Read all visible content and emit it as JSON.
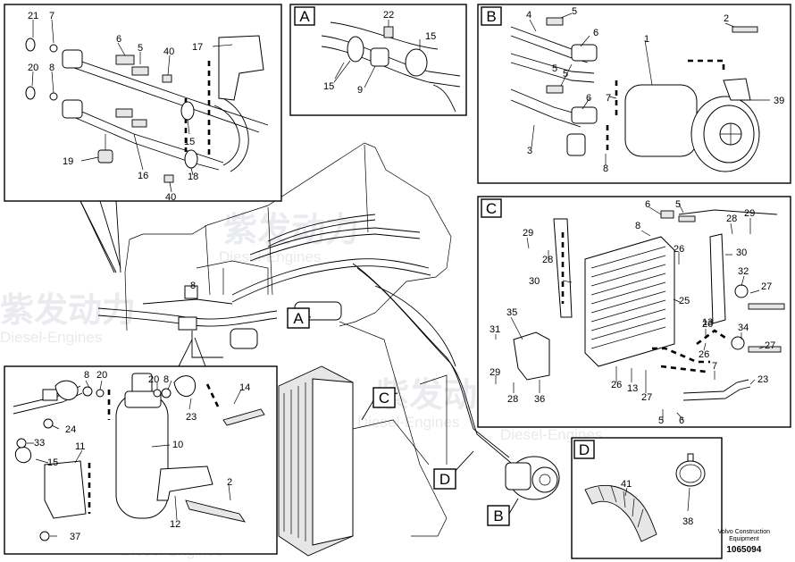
{
  "watermark": {
    "cn": "紫发动力",
    "en": "Diesel-Engines"
  },
  "panels": {
    "A": {
      "letter": "A",
      "callouts": [
        "22",
        "15",
        "15",
        "9"
      ]
    },
    "B": {
      "letter": "B",
      "callouts": [
        "4",
        "5",
        "6",
        "2",
        "5",
        "1",
        "6",
        "7",
        "39",
        "3",
        "5",
        "8"
      ]
    },
    "C": {
      "letter": "C",
      "callouts": [
        "6",
        "5",
        "8",
        "28",
        "29",
        "29",
        "28",
        "26",
        "30",
        "30",
        "32",
        "25",
        "27",
        "35",
        "31",
        "29",
        "28",
        "36",
        "26",
        "13",
        "34",
        "26",
        "27",
        "7",
        "23",
        "26",
        "13",
        "27",
        "5",
        "6"
      ]
    },
    "D": {
      "letter": "D",
      "callouts": [
        "41",
        "38"
      ]
    },
    "top_left": {
      "callouts": [
        "21",
        "7",
        "6",
        "5",
        "40",
        "17",
        "20",
        "8",
        "15",
        "19",
        "16",
        "40",
        "18"
      ]
    },
    "bottom_left": {
      "callouts": [
        "8",
        "20",
        "20",
        "8",
        "14",
        "24",
        "23",
        "33",
        "10",
        "15",
        "11",
        "2",
        "12",
        "37"
      ]
    }
  },
  "main_labels": {
    "A": "A",
    "B": "B",
    "C": "C",
    "D": "D",
    "eight": "8"
  },
  "footer": {
    "brand": "Volvo Construction Equipment",
    "brand_line1": "Volvo Construction",
    "brand_line2": "Equipment",
    "drawing_number": "1065094"
  }
}
